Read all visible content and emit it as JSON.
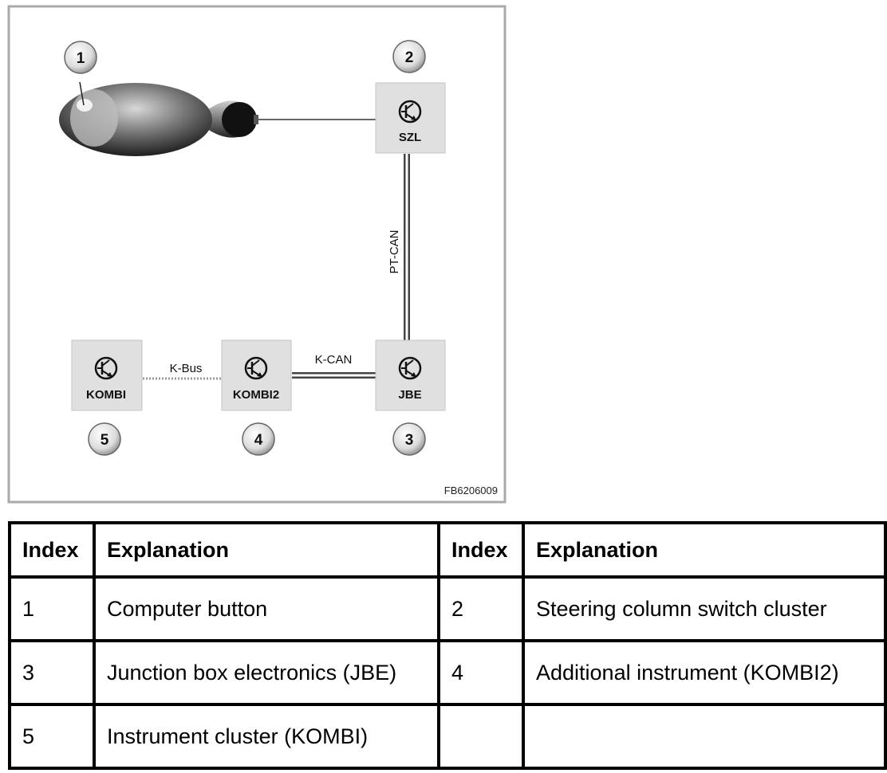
{
  "diagram": {
    "modules": {
      "szl": "SZL",
      "jbe": "JBE",
      "kombi2": "KOMBI2",
      "kombi": "KOMBI"
    },
    "buses": {
      "pt_can": "PT-CAN",
      "k_can": "K-CAN",
      "k_bus": "K-Bus"
    },
    "callouts": [
      "1",
      "2",
      "3",
      "4",
      "5"
    ],
    "figure_code": "FB6206009",
    "icon_names": [
      "button-knob-icon",
      "control-unit-icon"
    ],
    "colors": {
      "module_fill": "#e0e0e0",
      "frame": "#aaaaaa",
      "line": "#444444"
    }
  },
  "legend": {
    "headers": [
      "Index",
      "Explanation",
      "Index",
      "Explanation"
    ],
    "rows": [
      [
        "1",
        "Computer button",
        "2",
        "Steering column switch cluster"
      ],
      [
        "3",
        "Junction box electronics (JBE)",
        "4",
        "Additional instrument (KOMBI2)"
      ],
      [
        "5",
        "Instrument cluster (KOMBI)",
        "",
        ""
      ]
    ]
  }
}
